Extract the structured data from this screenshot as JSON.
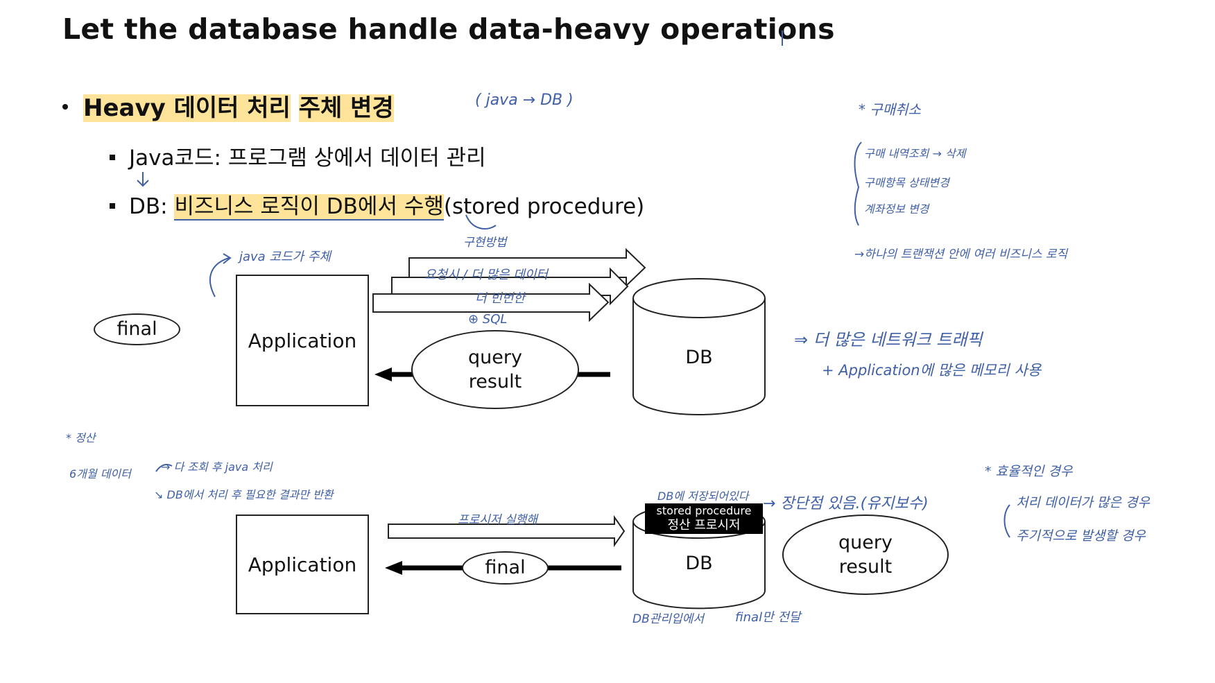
{
  "title": "Let the database handle data-heavy operations",
  "bullets": {
    "main": {
      "part1": "Heavy 데이터 처리",
      "part2": "주체 변경"
    },
    "java": "Java코드: 프로그램 상에서 데이터 관리",
    "db_prefix": "DB: ",
    "db_highlight": "비즈니스 로직이 DB에서 수행",
    "db_suffix": "(stored procedure)"
  },
  "diagram_top": {
    "final": "final",
    "application": "Application",
    "query_result_line1": "query",
    "query_result_line2": "result",
    "db": "DB"
  },
  "diagram_bottom": {
    "application": "Application",
    "final": "final",
    "db": "DB",
    "stored_procedure_line1": "stored procedure",
    "stored_procedure_line2": "정산 프로시저",
    "query_result_line1": "query",
    "query_result_line2": "result"
  },
  "annotations": {
    "java_db": "( java → DB )",
    "purchase_cancel": "* 구매취소",
    "purchase_list": [
      "구매 내역조회 → 삭제",
      "구매항목 상태변경",
      "계좌정보 변경"
    ],
    "one_transaction": "→하나의 트랜잭션 안에 여러 비즈니스 로직",
    "impl_method": "구현방법",
    "java_main": "java 코드가 주체",
    "request_many": "요청시 / 더 많은 데이터",
    "more_exec": "더 빈번한",
    "sql": "⊕ SQL",
    "network_traffic": "⇒ 더 많은 네트워크 트래픽",
    "memory_use": "+ Application에 많은 메모리 사용",
    "settlement": "* 정산",
    "six_month": "6개월 데이터",
    "all_query": "→ 다 조회 후 java 처리",
    "db_process": "↘ DB에서 처리 후 필요한 결과만 반환",
    "proc_exec": "프로시저 실행해",
    "db_stored": "DB에 저장되어있다",
    "pros_cons": "→ 장단점 있음.(유지보수)",
    "db_manage": "DB관리입에서",
    "final_only": "final만 전달",
    "efficient_case": "* 효율적인 경우",
    "many_data": "처리 데이터가 많은 경우",
    "periodic": "주기적으로 발생할 경우"
  }
}
